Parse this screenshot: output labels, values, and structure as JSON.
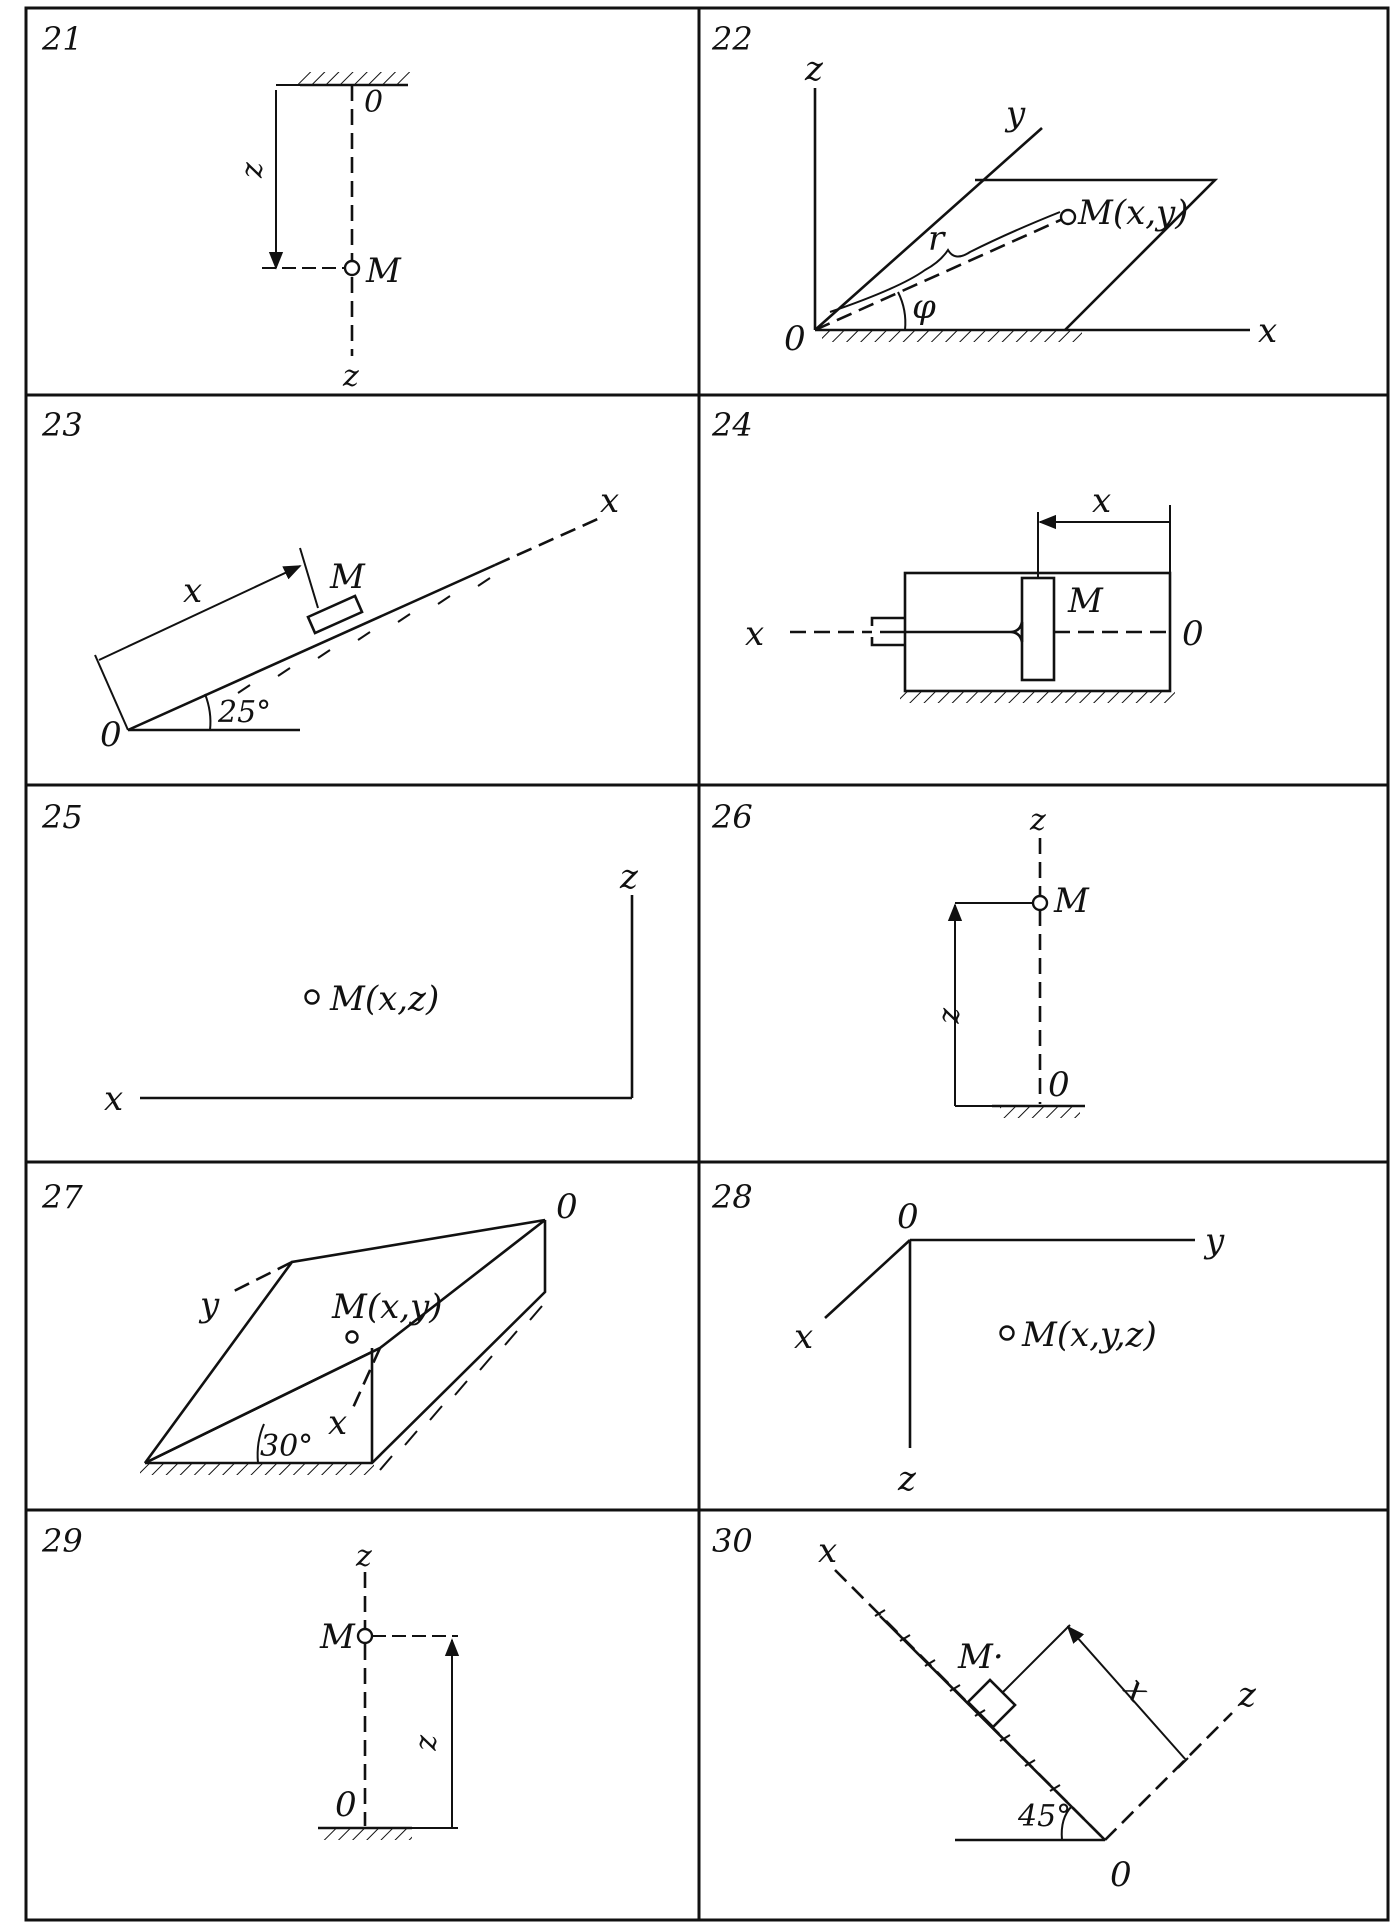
{
  "panels": [
    {
      "number": "21",
      "labels": {
        "origin": "0",
        "point": "M",
        "coord": "z",
        "axis": "z"
      }
    },
    {
      "number": "22",
      "labels": {
        "z_axis": "z",
        "y_axis": "y",
        "x_axis": "x",
        "origin": "0",
        "point": "M(x,y)",
        "radius": "r",
        "angle": "φ"
      }
    },
    {
      "number": "23",
      "labels": {
        "x_axis": "x",
        "coord": "x",
        "point": "M",
        "origin": "0",
        "angle": "25°"
      }
    },
    {
      "number": "24",
      "labels": {
        "coord": "x",
        "point": "M",
        "x_axis": "x",
        "origin": "0"
      }
    },
    {
      "number": "25",
      "labels": {
        "z_axis": "z",
        "point": "M(x,z)",
        "x_axis": "x"
      }
    },
    {
      "number": "26",
      "labels": {
        "z_axis": "z",
        "point": "M",
        "coord": "z",
        "origin": "0"
      }
    },
    {
      "number": "27",
      "labels": {
        "origin": "0",
        "y_axis": "y",
        "point": "M(x,y)",
        "x_axis": "x",
        "angle": "30°"
      }
    },
    {
      "number": "28",
      "labels": {
        "origin": "0",
        "y_axis": "y",
        "x_axis": "x",
        "z_axis": "z",
        "point": "M(x,y,z)"
      }
    },
    {
      "number": "29",
      "labels": {
        "z_axis": "z",
        "point": "M",
        "coord": "z",
        "origin": "0"
      }
    },
    {
      "number": "30",
      "labels": {
        "x_axis": "x",
        "point": "M·",
        "coord": "x",
        "z_axis": "z",
        "angle": "45°",
        "origin": "0"
      }
    }
  ]
}
